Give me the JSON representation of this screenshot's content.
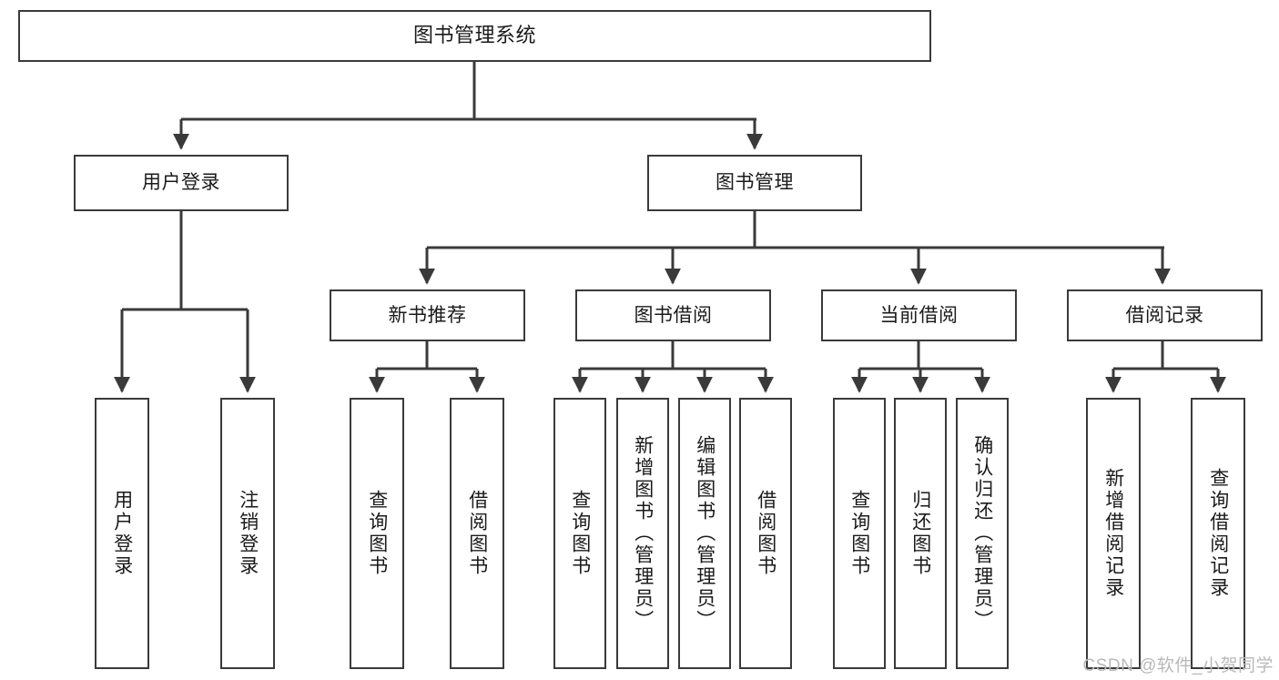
{
  "diagram": {
    "title": "图书管理系统",
    "type": "功能结构图",
    "watermark": "CSDN @软件_小贺同学",
    "colors": {
      "stroke": "#3a3a3a",
      "fill": "#ffffff",
      "text": "#1a1a1a",
      "watermark": "#b9b9b9"
    },
    "nodes": {
      "root": {
        "label": "图书管理系统"
      },
      "level2": [
        {
          "id": "user-login",
          "label": "用户登录"
        },
        {
          "id": "book-manage",
          "label": "图书管理"
        }
      ],
      "level3": [
        {
          "id": "new-book-recommend",
          "label": "新书推荐"
        },
        {
          "id": "book-borrow",
          "label": "图书借阅"
        },
        {
          "id": "current-borrow",
          "label": "当前借阅"
        },
        {
          "id": "borrow-record",
          "label": "借阅记录"
        }
      ],
      "leaves": {
        "user-login": [
          {
            "id": "leaf-user-login",
            "label": "用户登录"
          },
          {
            "id": "leaf-user-logout",
            "label": "注销登录"
          }
        ],
        "new-book-recommend": [
          {
            "id": "leaf-query-book-1",
            "label": "查询图书"
          },
          {
            "id": "leaf-borrow-book-1",
            "label": "借阅图书"
          }
        ],
        "book-borrow": [
          {
            "id": "leaf-query-book-2",
            "label": "查询图书"
          },
          {
            "id": "leaf-add-book",
            "label": "新增图书（管理员）"
          },
          {
            "id": "leaf-edit-book",
            "label": "编辑图书（管理员）"
          },
          {
            "id": "leaf-borrow-book-2",
            "label": "借阅图书"
          }
        ],
        "current-borrow": [
          {
            "id": "leaf-query-book-3",
            "label": "查询图书"
          },
          {
            "id": "leaf-return-book",
            "label": "归还图书"
          },
          {
            "id": "leaf-confirm-return",
            "label": "确认归还（管理员）"
          }
        ],
        "borrow-record": [
          {
            "id": "leaf-add-record",
            "label": "新增借阅记录"
          },
          {
            "id": "leaf-query-record",
            "label": "查询借阅记录"
          }
        ]
      }
    }
  }
}
